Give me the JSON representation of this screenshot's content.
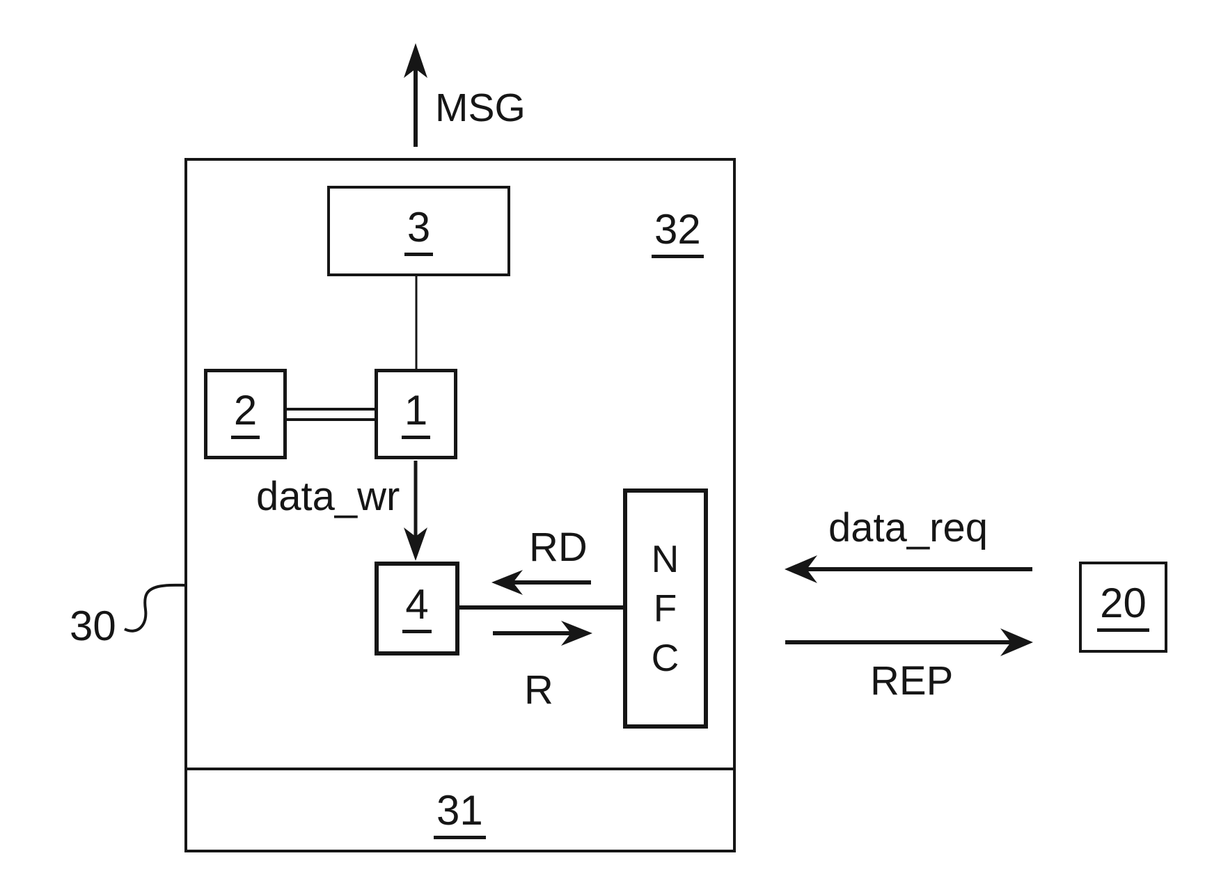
{
  "figure": {
    "signals": {
      "msg": "MSG",
      "data_wr": "data_wr",
      "rd": "RD",
      "r": "R",
      "data_req": "data_req",
      "rep": "REP"
    },
    "blocks": {
      "block1": "1",
      "block2": "2",
      "block3": "3",
      "block4": "4",
      "nfc": "N\nF\nC",
      "external": "20"
    },
    "refs": {
      "device": "30",
      "lower_region": "31",
      "upper_region": "32"
    }
  }
}
